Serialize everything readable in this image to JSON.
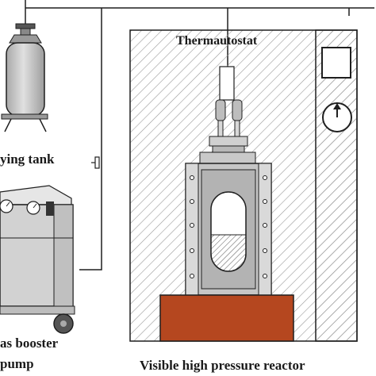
{
  "labels": {
    "thermostat": "Thermautostat",
    "supplying_tank": "ying tank",
    "booster_line1": "as booster",
    "booster_line2": "pump",
    "reactor": "Visible high pressure reactor"
  },
  "colors": {
    "line": "#1f1f1f",
    "tank_fill": "#c9c9c9",
    "reactor_body": "#c6c6c6",
    "pump_body": "#d2d2d2",
    "base_block": "#b5471f",
    "hatch": "#8f8f8f"
  },
  "icons": {
    "gauge": "pressure-gauge-icon",
    "display": "display-screen-icon"
  }
}
